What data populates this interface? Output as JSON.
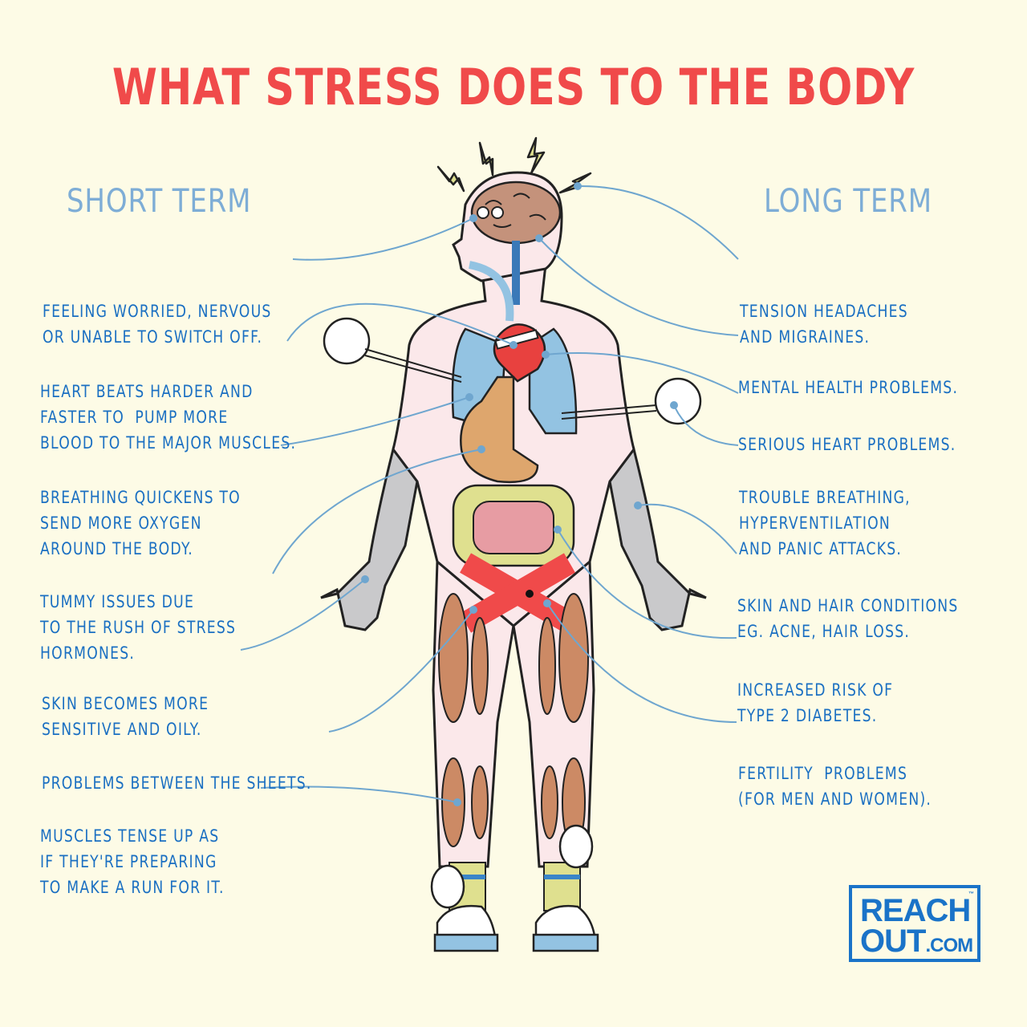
{
  "title": "WHAT STRESS DOES TO THE BODY",
  "short_term": {
    "heading": "SHORT TERM",
    "items": [
      {
        "lines": [
          "FEELING WORRIED, NERVOUS",
          "OR UNABLE TO SWITCH OFF."
        ],
        "organ": "brain"
      },
      {
        "lines": [
          "HEART BEATS HARDER AND",
          "FASTER TO  PUMP MORE",
          "BLOOD TO THE MAJOR MUSCLES."
        ],
        "organ": "heart"
      },
      {
        "lines": [
          "BREATHING QUICKENS TO",
          "SEND MORE OXYGEN",
          "AROUND THE BODY."
        ],
        "organ": "lungs"
      },
      {
        "lines": [
          "TUMMY ISSUES DUE",
          "TO THE RUSH OF STRESS",
          "HORMONES."
        ],
        "organ": "stomach"
      },
      {
        "lines": [
          "SKIN BECOMES MORE",
          "SENSITIVE AND OILY."
        ],
        "organ": "skin-hand"
      },
      {
        "lines": [
          "PROBLEMS BETWEEN THE SHEETS."
        ],
        "organ": "groin"
      },
      {
        "lines": [
          "MUSCLES TENSE UP AS",
          "IF THEY'RE PREPARING",
          "TO MAKE A RUN FOR IT."
        ],
        "organ": "calf-muscles"
      }
    ]
  },
  "long_term": {
    "heading": "LONG TERM",
    "items": [
      {
        "lines": [
          "TENSION HEADACHES",
          "AND MIGRAINES."
        ],
        "organ": "lightning"
      },
      {
        "lines": [
          "MENTAL HEALTH PROBLEMS."
        ],
        "organ": "brain"
      },
      {
        "lines": [
          "SERIOUS HEART PROBLEMS."
        ],
        "organ": "heart"
      },
      {
        "lines": [
          "TROUBLE BREATHING,",
          "HYPERVENTILATION",
          "AND PANIC ATTACKS."
        ],
        "organ": "breath-cloud"
      },
      {
        "lines": [
          "SKIN AND HAIR CONDITIONS",
          "EG. ACNE, HAIR LOSS."
        ],
        "organ": "skin-arm"
      },
      {
        "lines": [
          "INCREASED RISK OF",
          "TYPE 2 DIABETES."
        ],
        "organ": "intestines"
      },
      {
        "lines": [
          "FERTILITY  PROBLEMS",
          "(FOR MEN AND WOMEN)."
        ],
        "organ": "groin"
      }
    ]
  },
  "logo": {
    "line1": "REACH",
    "line2": "OUT",
    "suffix": ".COM",
    "tm": "™"
  },
  "colors": {
    "background": "#fdfbe6",
    "title": "#f04a4a",
    "heading": "#7eadd6",
    "text": "#1a6fc2",
    "leader_line": "#6fa6cf",
    "brain": "#c4927b",
    "lungs": "#93c3e2",
    "heart": "#e8413f",
    "stomach": "#dea66d",
    "intestine_outer": "#dfe08f",
    "intestine_inner": "#e79ca3",
    "muscle": "#cc8a65",
    "skin": "#fbe8ea",
    "arm": "#c9c9cb",
    "x_mark": "#f04a4a",
    "lightning": "#dfe08f"
  }
}
